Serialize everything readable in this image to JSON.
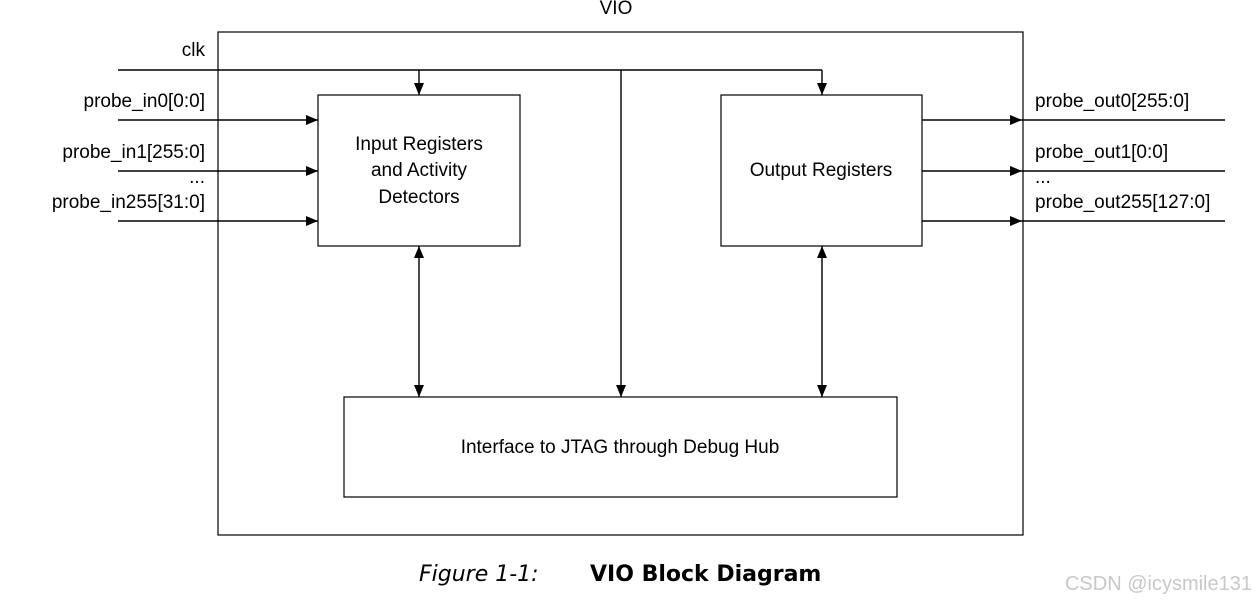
{
  "diagram": {
    "title": "VIO",
    "clock_label": "clk",
    "inputs": [
      "probe_in0[0:0]",
      "probe_in1[255:0]",
      "probe_in255[31:0]"
    ],
    "input_ellipsis": "...",
    "outputs": [
      "probe_out0[255:0]",
      "probe_out1[0:0]",
      "probe_out255[127:0]"
    ],
    "output_ellipsis": "...",
    "blocks": {
      "input_registers": [
        "Input Registers",
        "and Activity",
        "Detectors"
      ],
      "output_registers": "Output Registers",
      "jtag_interface": "Interface to JTAG through Debug Hub"
    }
  },
  "caption": {
    "number": "Figure 1-1:",
    "title": "VIO Block Diagram"
  },
  "watermark": "CSDN @icysmile131"
}
